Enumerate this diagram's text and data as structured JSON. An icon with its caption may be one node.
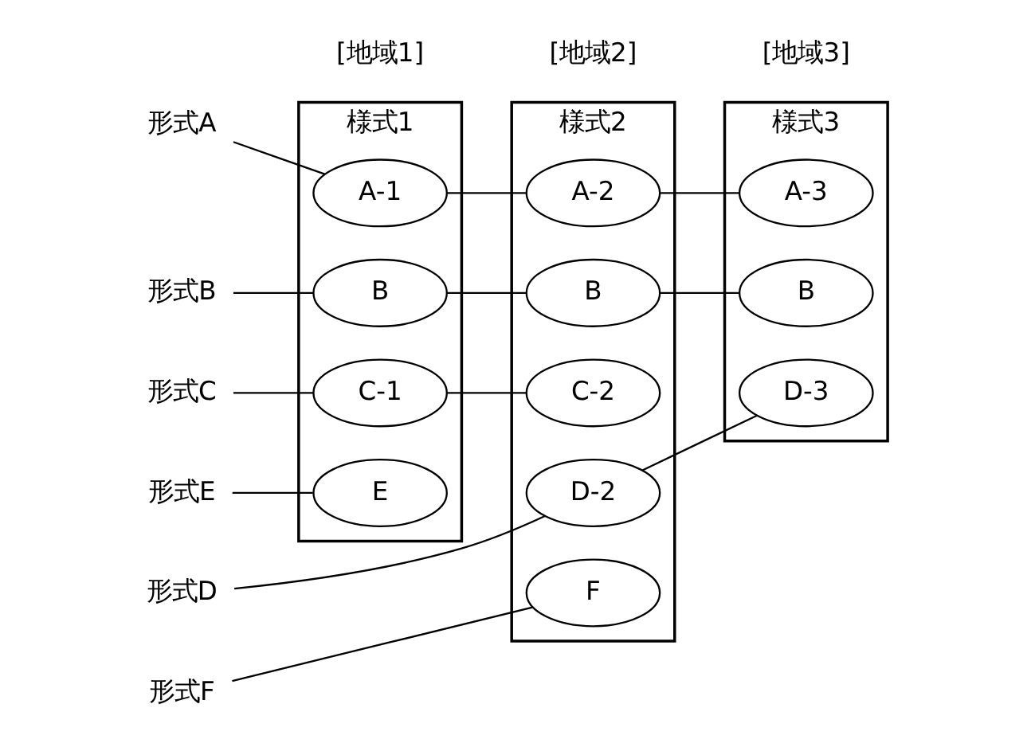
{
  "diagram": {
    "nodes": [
      {
        "text": [
          "形式A"
        ]
      },
      {
        "text": [
          "形式B"
        ]
      },
      {
        "text": [
          "形式C"
        ]
      },
      {
        "text": [
          "形式D"
        ]
      },
      {
        "text": [
          "形式E"
        ]
      },
      {
        "text": [
          "形式F"
        ]
      },
      {
        "text": [
          "様式1"
        ]
      },
      {
        "text": [
          "A-1"
        ],
        "in": 6
      },
      {
        "text": [
          "B"
        ],
        "in": 6
      },
      {
        "text": [
          "C-1"
        ],
        "in": 6
      },
      {
        "text": [
          "E"
        ],
        "in": 6
      },
      {
        "text": [
          "様式2"
        ]
      },
      {
        "text": [
          "A-2"
        ],
        "in": 11
      },
      {
        "text": [
          "B"
        ],
        "in": 11
      },
      {
        "text": [
          "C-2"
        ],
        "in": 11
      },
      {
        "text": [
          "D-2"
        ],
        "in": 11
      },
      {
        "text": [
          "F"
        ],
        "in": 11
      },
      {
        "text": [
          "様式3"
        ]
      },
      {
        "text": [
          "A-3"
        ],
        "in": 17
      },
      {
        "text": [
          "B"
        ],
        "in": 17
      },
      {
        "text": [
          "D-3"
        ],
        "in": 17
      }
    ],
    "edges": [
      {
        "from": 0,
        "to": 7,
        "arrow": "none"
      },
      {
        "from": 7,
        "to": 12,
        "arrow": "none"
      },
      {
        "from": 12,
        "to": 18,
        "arrow": "none"
      },
      {
        "from": 1,
        "to": 8,
        "arrow": "none"
      },
      {
        "from": 8,
        "to": 13,
        "arrow": "none"
      },
      {
        "from": 13,
        "to": 19,
        "arrow": "none"
      },
      {
        "from": 2,
        "to": 9,
        "arrow": "none"
      },
      {
        "from": 9,
        "to": 14,
        "arrow": "none"
      },
      {
        "from": 3,
        "to": 15,
        "arrow": "none"
      },
      {
        "from": 15,
        "to": 20,
        "arrow": "none"
      },
      {
        "from": 4,
        "to": 10,
        "arrow": "none"
      },
      {
        "from": 5,
        "to": 16,
        "arrow": "none"
      }
    ],
    "labels": [
      "[地域1]",
      "[地域2]",
      "[地域3]"
    ]
  }
}
